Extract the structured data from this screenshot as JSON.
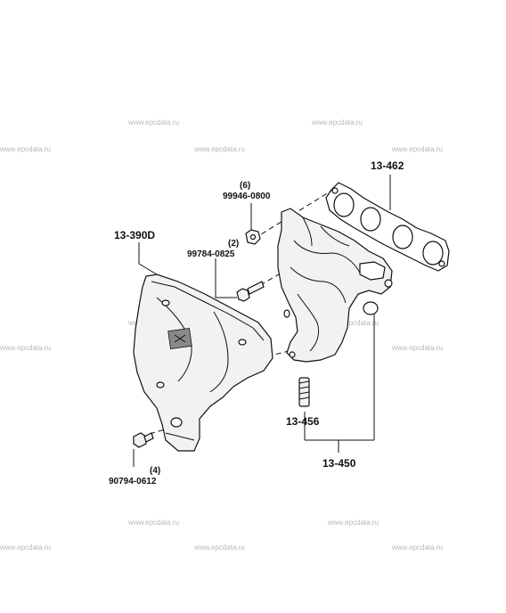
{
  "watermark": "www.epcdata.ru",
  "parts": {
    "heat_insulator": "13-390D",
    "gasket": "13-462",
    "stud": "13-456",
    "manifold": "13-450",
    "nut": {
      "qty": "(6)",
      "number": "99946-0800"
    },
    "bolt_upper": {
      "qty": "(2)",
      "number": "99784-0825"
    },
    "bolt_lower": {
      "qty": "(4)",
      "number": "90794-0612"
    }
  }
}
